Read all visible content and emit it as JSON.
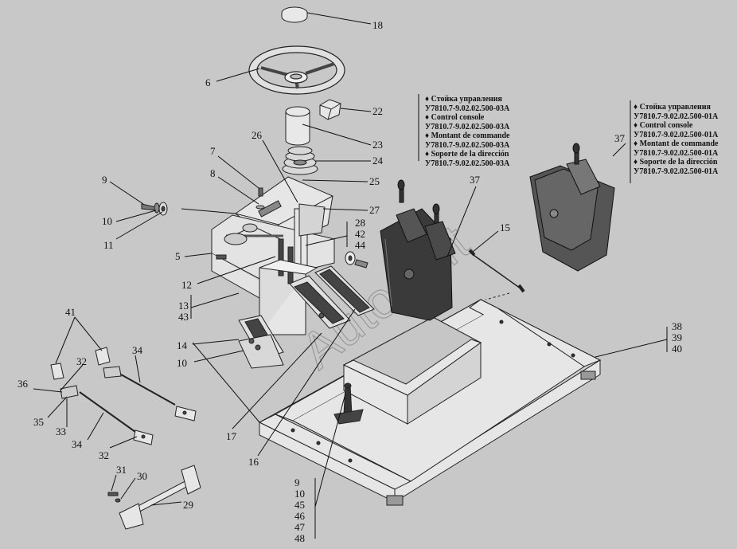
{
  "callouts": {
    "c18": "18",
    "c6": "6",
    "c22": "22",
    "c23": "23",
    "c24": "24",
    "c25": "25",
    "c26": "26",
    "c27": "27",
    "c7": "7",
    "c8": "8",
    "c9": "9",
    "c10": "10",
    "c11": "11",
    "c28": "28",
    "c42": "42",
    "c44": "44",
    "c5": "5",
    "c12": "12",
    "c13": "13",
    "c43": "43",
    "c37a": "37",
    "c37b": "37",
    "c15": "15",
    "c38": "38",
    "c39": "39",
    "c40": "40",
    "c14": "14",
    "c10b": "10",
    "c41": "41",
    "c34a": "34",
    "c32a": "32",
    "c36": "36",
    "c35": "35",
    "c33": "33",
    "c34b": "34",
    "c32b": "32",
    "c17": "17",
    "c16": "16",
    "c31": "31",
    "c30": "30",
    "c29": "29",
    "c9b": "9",
    "c10c": "10",
    "c45": "45",
    "c46": "46",
    "c47": "47",
    "c48": "48"
  },
  "note_a": {
    "l1": "♦ Стойка управления",
    "l2": "У7810.7-9.02.02.500-03А",
    "l3": "♦ Control console",
    "l4": "У7810.7-9.02.02.500-03А",
    "l5": "♦ Montant de commande",
    "l6": "У7810.7-9.02.02.500-03А",
    "l7": "♦ Soporte de la dirección",
    "l8": "У7810.7-9.02.02.500-03А"
  },
  "note_b": {
    "l1": "♦ Стойка управления",
    "l2": "У7810.7-9.02.02.500-01А",
    "l3": "♦ Control console",
    "l4": "У7810.7-9.02.02.500-01А",
    "l5": "♦ Montant de commande",
    "l6": "У7810.7-9.02.02.500-01А",
    "l7": "♦ Soporte de la dirección",
    "l8": "У7810.7-9.02.02.500-01А"
  },
  "watermark": "AutoSoft",
  "colors": {
    "background": "#c8c8c8",
    "part_fill": "#e6e6e6",
    "dark_part": "#3a3a3a",
    "line": "#111111"
  }
}
